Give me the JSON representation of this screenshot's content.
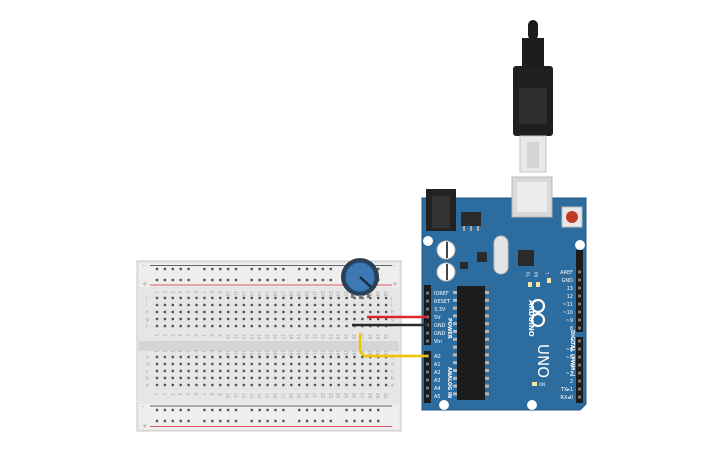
{
  "breadboard": {
    "column_count": 30,
    "row_letters_top": [
      "j",
      "i",
      "h",
      "g",
      "f"
    ],
    "row_letters_bottom": [
      "e",
      "d",
      "c",
      "b",
      "a"
    ],
    "rail_plus": "+",
    "rail_minus": "-"
  },
  "arduino": {
    "brand": "ARDUINO",
    "model": "UNO",
    "power_header_label": "POWER",
    "analog_header_label": "ANALOG IN",
    "digital_header_label": "DIGITAL (PWM~)",
    "power_pins": [
      "IOREF",
      "RESET",
      "3.3V",
      "5V",
      "GND",
      "GND",
      "Vin"
    ],
    "analog_pins": [
      "A0",
      "A1",
      "A2",
      "A3",
      "A4",
      "A5"
    ],
    "digital_pins_upper": [
      "AREF",
      "GND",
      "13",
      "12",
      "~11",
      "~10",
      "~9",
      "8"
    ],
    "digital_pins_lower": [
      "7",
      "~6",
      "~5",
      "4",
      "~3",
      "2",
      "TX▸1",
      "RX◂0"
    ],
    "led_labels": [
      "L",
      "TX",
      "RX",
      "ON"
    ]
  },
  "wires": {
    "colors": {
      "power": "#e0252d",
      "ground": "#2b2b2b",
      "signal": "#f2c400"
    },
    "connections": [
      {
        "from": "potentiometer",
        "to": "5V",
        "color_role": "power"
      },
      {
        "from": "potentiometer",
        "to": "GND",
        "color_role": "ground"
      },
      {
        "from": "potentiometer",
        "to": "A0",
        "color_role": "signal"
      }
    ]
  },
  "colors": {
    "board_blue": "#2d6c9e",
    "board_blue_dark": "#1f5583",
    "breadboard_body": "#e8e8e8",
    "rail_red": "#d6282e",
    "rail_blue": "#3a3a3a",
    "pot_knob": "#3f79b3"
  },
  "icons": {
    "usb_cable": "usb-cable-icon",
    "potentiometer": "potentiometer-icon",
    "reset_button": "reset-button-icon"
  }
}
